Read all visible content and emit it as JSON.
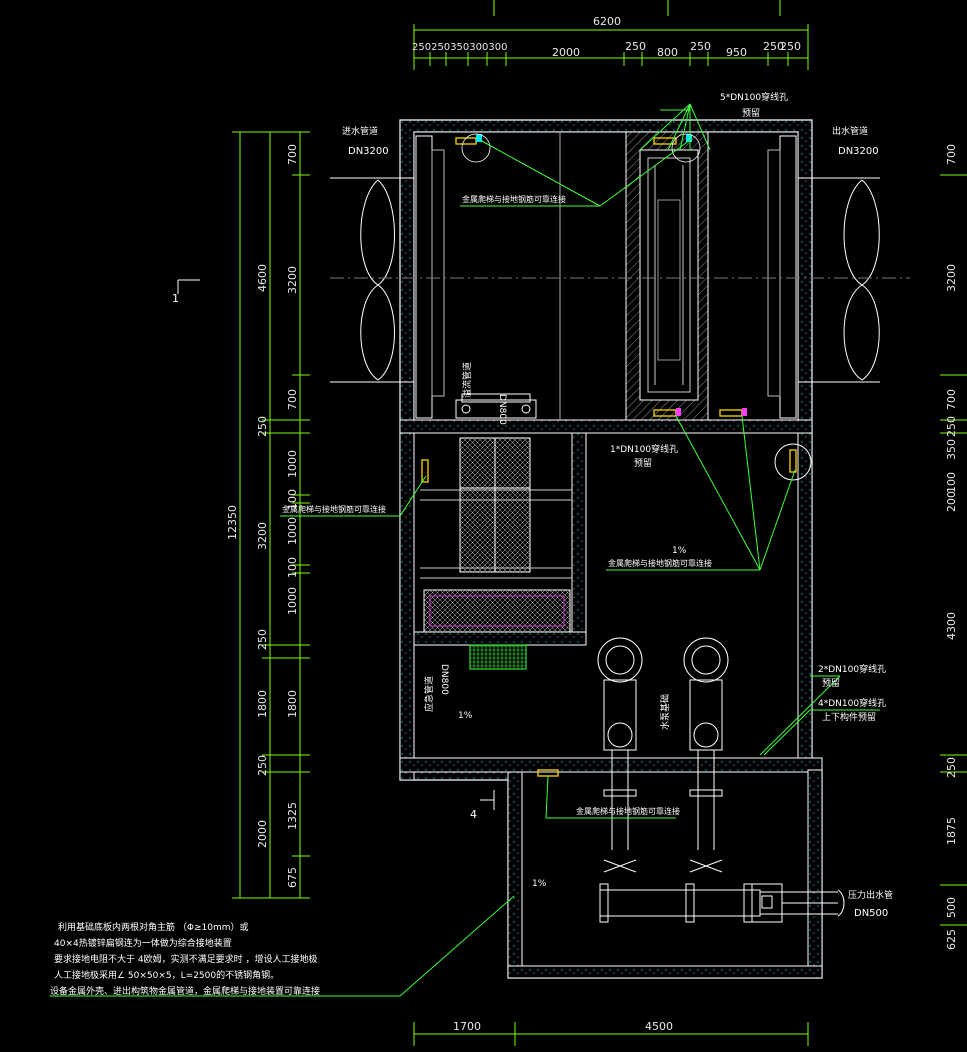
{
  "colors": {
    "background": "#000000",
    "wall": "#ffffff",
    "dimension_line": "#7cfc00",
    "cyan": "#00e5ff",
    "yellow": "#ffd400",
    "magenta": "#ff3bff",
    "hatch_grey": "#9a9a9a",
    "text": "#e8e8e8"
  },
  "dimensions": {
    "top": {
      "overall": "6200",
      "left_chain": "250250350300300",
      "segments": [
        "2000",
        "250",
        "800",
        "250",
        "950",
        "250",
        "250"
      ]
    },
    "bottom": [
      "1700",
      "4500"
    ],
    "left": {
      "overall": "12350",
      "group": [
        "4600",
        "250",
        "3200",
        "250",
        "1800",
        "250",
        "2000"
      ],
      "detail": [
        "700",
        "3200",
        "700",
        "1000",
        "100",
        "1000",
        "100",
        "1000",
        "1800",
        "1325",
        "675"
      ]
    },
    "right": [
      "700",
      "3200",
      "700",
      "100",
      "350",
      "250",
      "200",
      "4300",
      "250",
      "1875",
      "500",
      "625"
    ]
  },
  "labels": {
    "inlet_pipe_title": "进水管道",
    "inlet_pipe_size": "DN3200",
    "outlet_pipe_title": "出水管道",
    "outlet_pipe_size": "DN3200",
    "sleeve_top": "5*DN100穿线孔",
    "sleeve_top_sub": "预留",
    "sleeve_mid": "1*DN100穿线孔",
    "sleeve_mid_sub": "预留",
    "sleeve_right_a": "2*DN100穿线孔",
    "sleeve_right_a_sub": "预留",
    "sleeve_right_b": "4*DN100穿线孔",
    "sleeve_right_b_sub": "上下构件预留",
    "ground_note_1": "金属爬梯与接地钢筋可靠连接",
    "ground_note_2": "金属爬梯与接地钢筋可靠连接",
    "ground_note_3": "金属爬梯与接地钢筋可靠连接",
    "ground_note_4": "金属爬梯与接地钢筋可靠连接",
    "slope_1": "1%",
    "slope_2": "1%",
    "slope_3": "1%",
    "overflow_pipe": "溢流管道",
    "overflow_size": "DN800",
    "emergency_pipe": "应急管道",
    "emergency_size": "DN800",
    "drain_pipe": "水泵基础",
    "outlet_press_title": "压力出水管",
    "outlet_press_size": "DN500",
    "section_1": "1",
    "section_4": "4"
  },
  "notes": [
    "利用基础底板内两根对角主筋     （Φ≥10mm）或",
    "40×4热镀锌扁钢连为一体做为综合接地装置",
    "要求接地电阻不大于      4欧姆，实测不满足要求时      ，增设人工接地极",
    "人工接地极采用∠   50×50×5，L=2500的不锈钢角钢。",
    "设备金属外壳、进出构筑物金属管道，金属爬梯与接地装置可靠连接"
  ]
}
